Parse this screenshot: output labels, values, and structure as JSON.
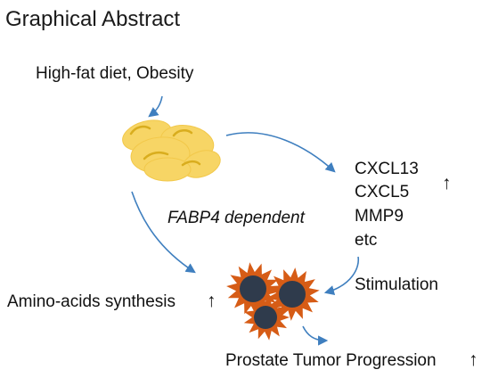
{
  "title": "Graphical Abstract",
  "labels": {
    "diet": "High-fat diet, Obesity",
    "fabp4": "FABP4 dependent",
    "cytokines": [
      "CXCL13",
      "CXCL5",
      "MMP9",
      "etc"
    ],
    "stimulation": "Stimulation",
    "amino_acids": "Amino-acids synthesis",
    "progression": "Prostate Tumor Progression",
    "up_arrow": "↑"
  },
  "colors": {
    "arrow": "#3f7fbf",
    "fat_cell": "#f7d565",
    "fat_cell_line": "#d9ad1e",
    "tumor_spike": "#d65c16",
    "tumor_nucleus": "#2f3b4c"
  }
}
